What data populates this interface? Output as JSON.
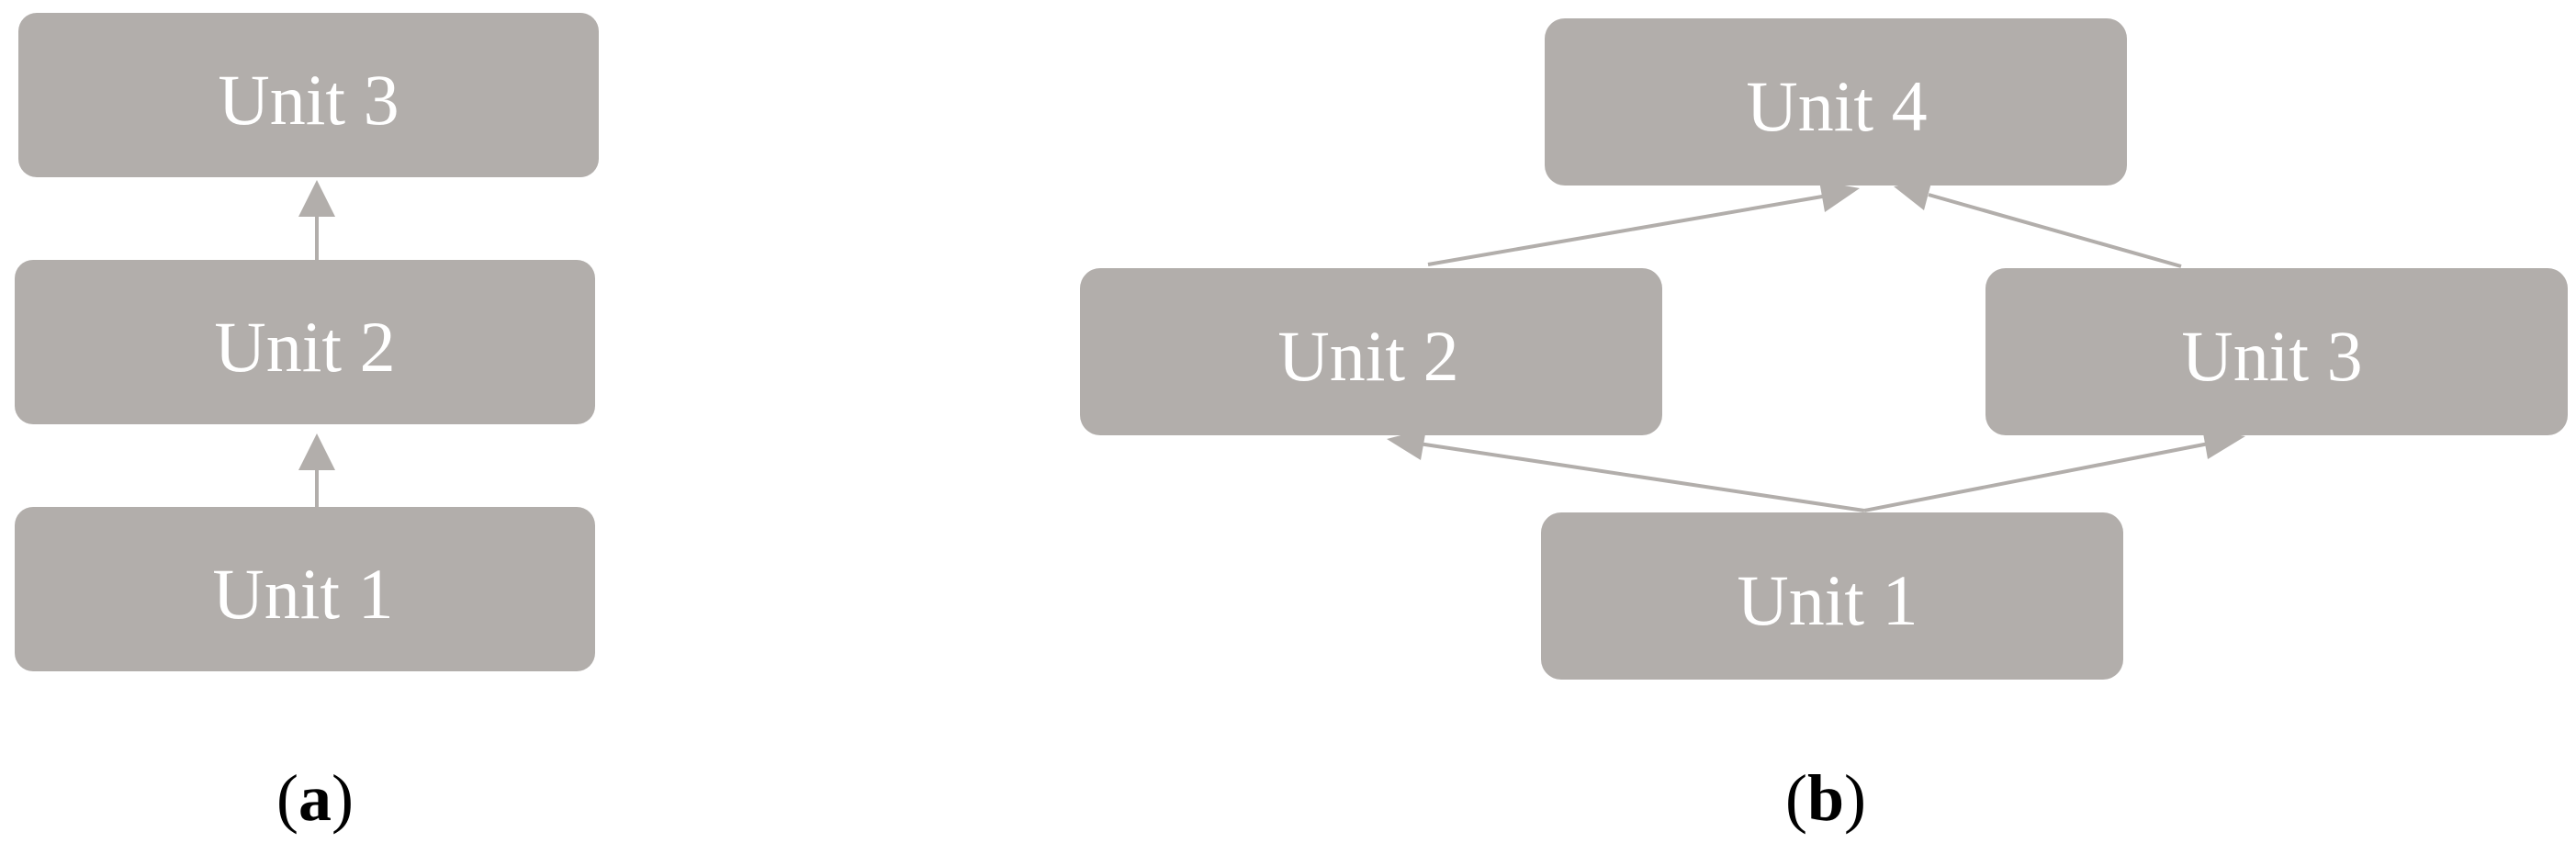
{
  "colors": {
    "box_fill": "#b2aeab",
    "box_text": "#ffffff",
    "arrow": "#b2aeab",
    "caption": "#000000"
  },
  "panel_a": {
    "caption_letter": "a",
    "nodes": {
      "unit3": "Unit 3",
      "unit2": "Unit 2",
      "unit1": "Unit 1"
    },
    "edges": [
      {
        "from": "Unit 1",
        "to": "Unit 2"
      },
      {
        "from": "Unit 2",
        "to": "Unit 3"
      }
    ]
  },
  "panel_b": {
    "caption_letter": "b",
    "nodes": {
      "unit4": "Unit 4",
      "unit2": "Unit 2",
      "unit3": "Unit 3",
      "unit1": "Unit 1"
    },
    "edges": [
      {
        "from": "Unit 1",
        "to": "Unit 2"
      },
      {
        "from": "Unit 1",
        "to": "Unit 3"
      },
      {
        "from": "Unit 2",
        "to": "Unit 4"
      },
      {
        "from": "Unit 3",
        "to": "Unit 4"
      }
    ]
  }
}
